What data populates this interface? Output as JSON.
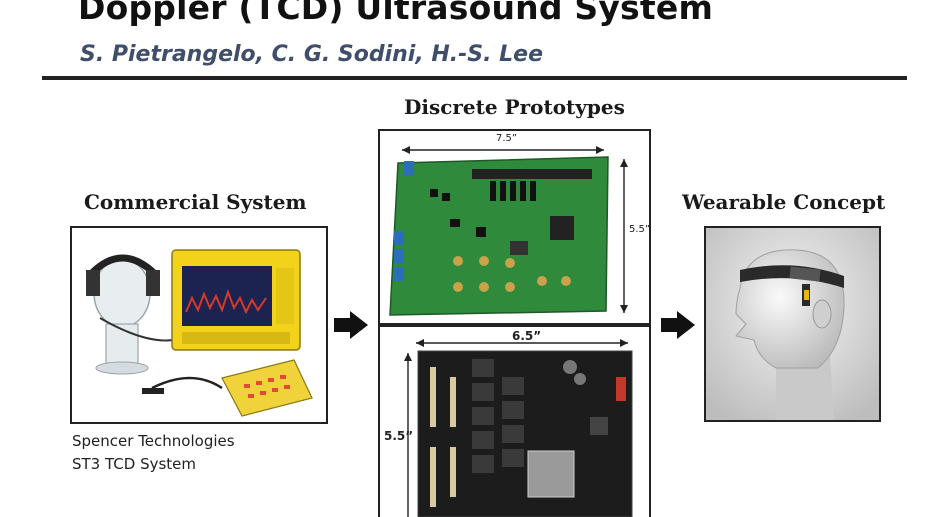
{
  "header": {
    "title": "Doppler (TCD) Ultrasound System",
    "authors": "S. Pietrangelo, C. G. Sodini, H.-S. Lee"
  },
  "sections": {
    "commercial": {
      "label": "Commercial System",
      "caption_line1": "Spencer Technologies",
      "caption_line2": "ST3 TCD System"
    },
    "discrete": {
      "label": "Discrete Prototypes",
      "board1": {
        "width_label": "7.5”",
        "height_label": "5.5”"
      },
      "board2": {
        "width_label": "6.5”",
        "height_label": "5.5”"
      }
    },
    "wearable": {
      "label": "Wearable Concept"
    }
  },
  "colors": {
    "title": "#111111",
    "authors": "#3f4e6b",
    "rule": "#222222",
    "pcb_green": "#2f8a3c",
    "pcb_black": "#1c1c1c",
    "device_yellow": "#f2d21b"
  },
  "icons": [
    "right-arrow-icon",
    "right-arrow-icon"
  ]
}
